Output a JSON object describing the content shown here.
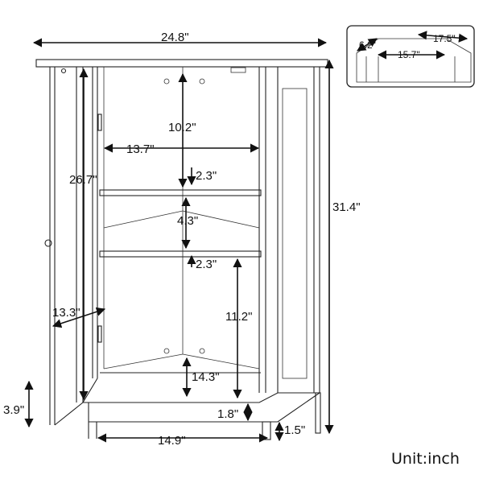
{
  "unit_label": "Unit:inch",
  "dimensions": {
    "width_top": "24.8\"",
    "inset_front": "6.2\"",
    "inset_side": "17.5\"",
    "inset_depth": "15.7\"",
    "top_shelf_height": "10.2\"",
    "inner_width": "13.7\"",
    "door_height": "26.7\"",
    "shelf_thickness_upper": "2.3\"",
    "middle_shelf_gap": "4.3\"",
    "shelf_thickness_lower": "2.3\"",
    "total_height": "31.4\"",
    "bottom_compartment": "11.2\"",
    "door_width": "13.3\"",
    "lower_inner": "14.3\"",
    "base_height": "1.8\"",
    "foot_height_left": "3.9\"",
    "foot_height_right": "1.5\"",
    "base_width": "14.9\""
  }
}
